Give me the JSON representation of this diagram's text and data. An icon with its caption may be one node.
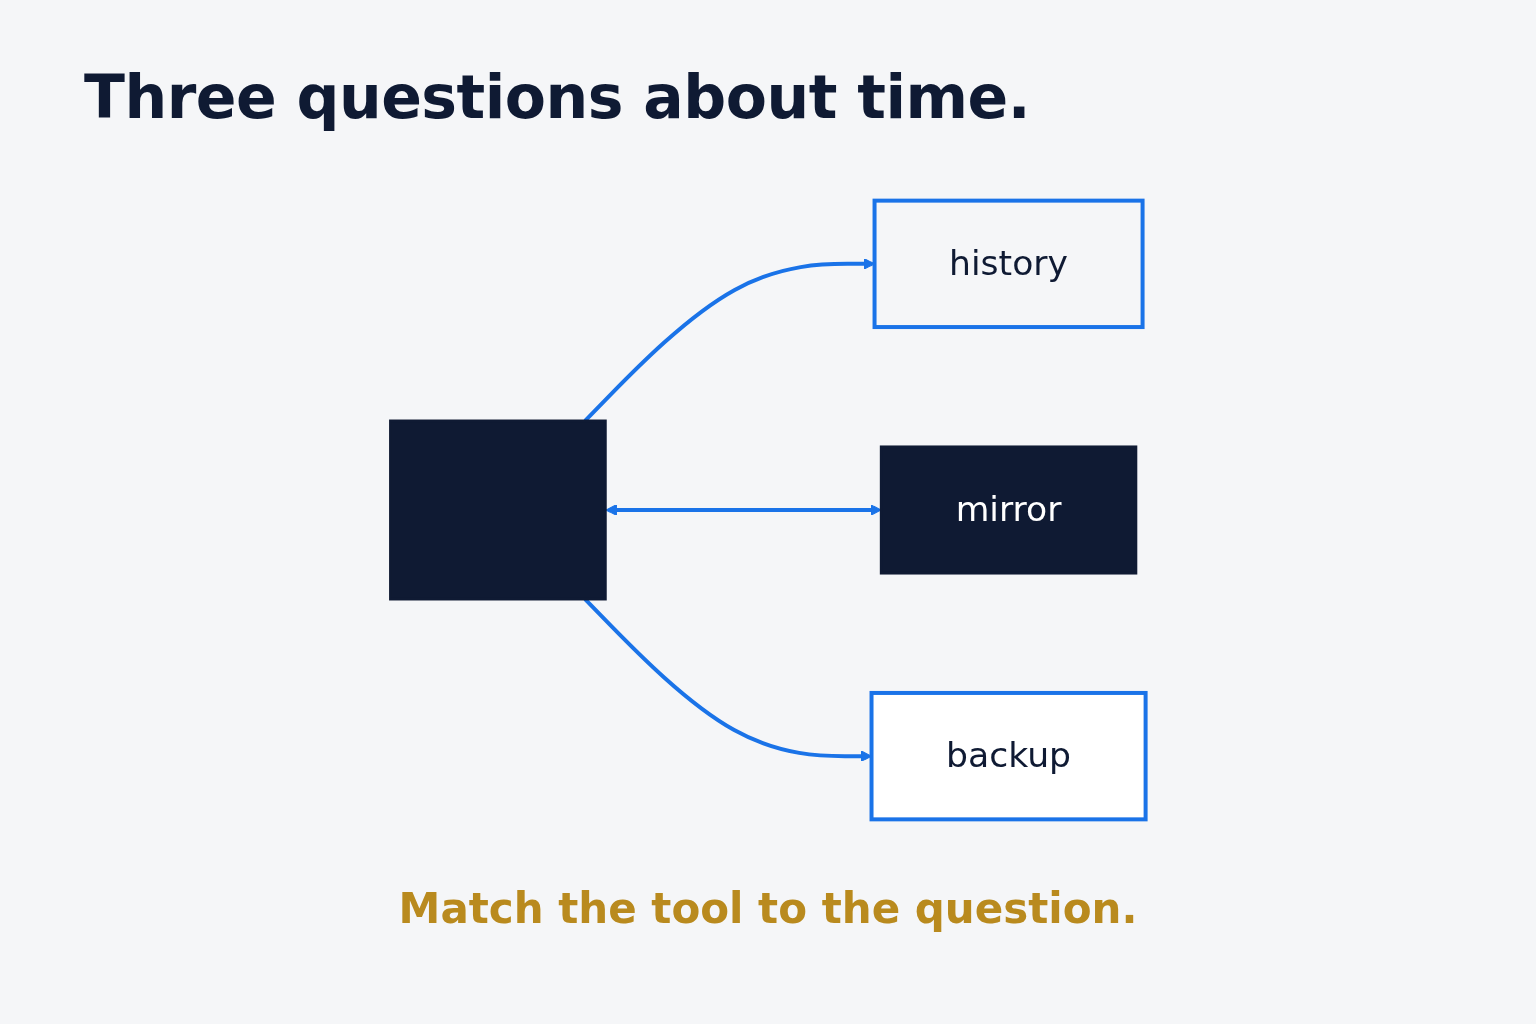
{
  "diagram": {
    "title": "Three questions about time.",
    "caption": "Match the tool to the question.",
    "nodes": [
      {
        "text": [
          "history"
        ]
      },
      {
        "text": [],
        "shape": "box"
      },
      {
        "text": [
          "mirror"
        ]
      },
      {
        "text": [
          "backup"
        ]
      }
    ],
    "edges": [
      {
        "from": 1,
        "to": 0,
        "arrow": "to"
      },
      {
        "from": 1,
        "to": 2,
        "arrow": "both"
      },
      {
        "from": 1,
        "to": 3,
        "arrow": "to"
      }
    ]
  }
}
